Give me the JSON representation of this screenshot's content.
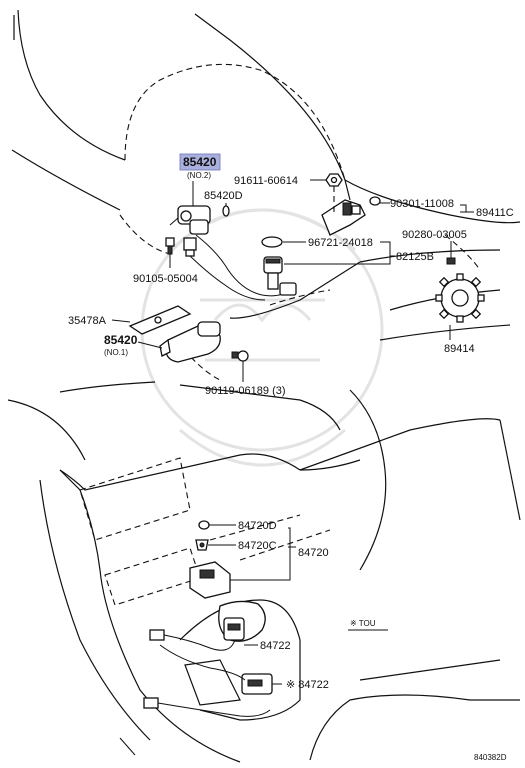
{
  "labels": {
    "p85420_no2": "85420",
    "no2": "(NO.2)",
    "p85420D": "85420D",
    "p91611": "91611-60614",
    "p90301": "90301-11008",
    "p89411C": "89411C",
    "p90280": "90280-03005",
    "p96721": "96721-24018",
    "p82125B": "82125B",
    "p90105": "90105-05004",
    "p35478A": "35478A",
    "p85420_no1": "85420",
    "no1": "(NO.1)",
    "p90119": "90119-06189 (3)",
    "p89414": "89414",
    "p84720D": "84720D",
    "p84720C": "84720C",
    "p84720": "84720",
    "tou": "※ TOU",
    "p84722a": "84722",
    "p84722b": "※ 84722",
    "diagram_id": "840382D"
  },
  "colors": {
    "highlight": "#aab0dd",
    "line": "#111111",
    "watermark": "#e3e3e3"
  }
}
